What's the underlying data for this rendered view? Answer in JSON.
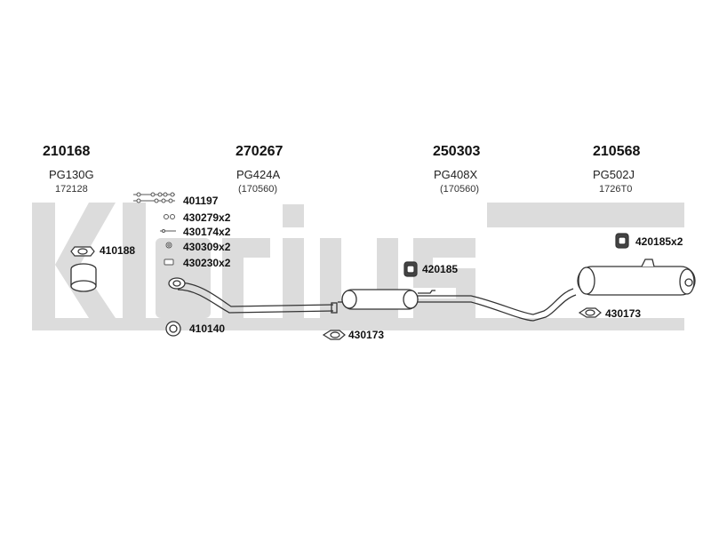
{
  "watermark": {
    "text": "Klarius"
  },
  "groups": [
    {
      "code": "210168",
      "sub1": "PG130G",
      "sub2": "172128"
    },
    {
      "code": "270267",
      "sub1": "PG424A",
      "sub2": "(170560)"
    },
    {
      "code": "250303",
      "sub1": "PG408X",
      "sub2": "(170560)"
    },
    {
      "code": "210568",
      "sub1": "PG502J",
      "sub2": "1726T0"
    }
  ],
  "parts": {
    "p401197": "401197",
    "p430279": "430279x2",
    "p430174": "430174x2",
    "p430309": "430309x2",
    "p430230": "430230x2",
    "p410188": "410188",
    "p410140": "410140",
    "p430173a": "430173",
    "p420185": "420185",
    "p420185x2": "420185x2",
    "p430173b": "430173"
  }
}
